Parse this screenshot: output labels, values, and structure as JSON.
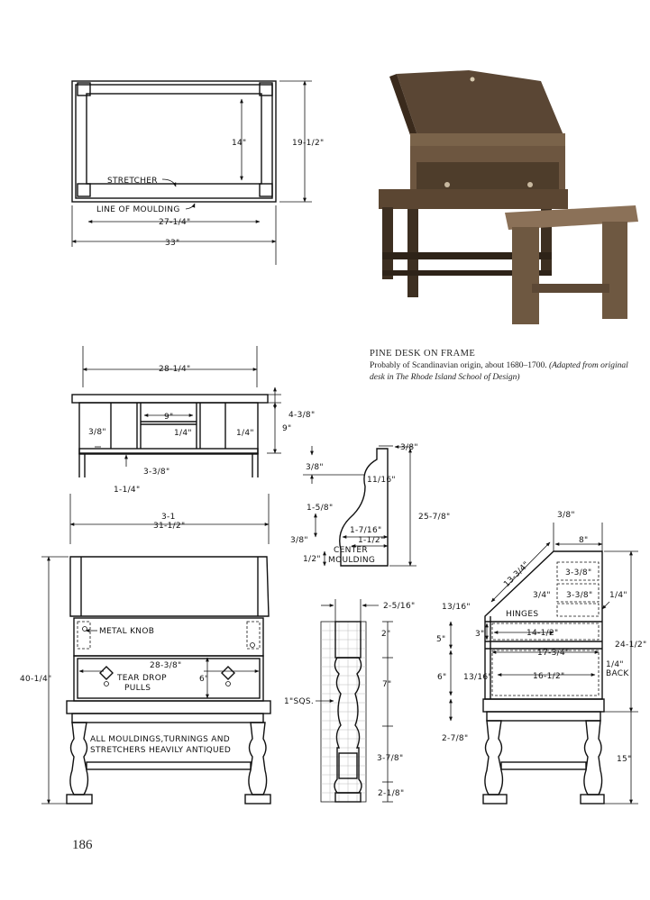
{
  "page_number": "186",
  "caption": {
    "title": "PINE DESK ON FRAME",
    "text_plain": "Probably of Scandinavian origin, about 1680–1700. ",
    "text_italic": "(Adapted from original desk in The Rhode Island School of Design)"
  },
  "top_view": {
    "depth_inner": "14\"",
    "depth_overall": "19-1/2\"",
    "stretcher": "STRETCHER",
    "line_of_moulding": "LINE OF MOULDING",
    "width_inner": "27-1/4\"",
    "width_overall": "33\""
  },
  "interior_view": {
    "width": "28-1/4\"",
    "height_top": "4-3/8\"",
    "height": "9\"",
    "pigeonhole_width": "9\"",
    "divider_left": "1/4\"",
    "divider_right": "1/4\"",
    "left_thick": "3/8\"",
    "bottom": "3-3/8\"",
    "base": "1-1/4\""
  },
  "moulding": {
    "top": "3/8\"",
    "a": "3/8\"",
    "b": "11/16\"",
    "c": "1-5/8\"",
    "d": "1-7/16\"",
    "e": "1-1/2\"",
    "f": "3/8\"",
    "g": "1/2\"",
    "height": "25-7/8\"",
    "label": "CENTER\nMOULDING"
  },
  "front_view": {
    "top1": "3-1",
    "top2": "31-1/2\"",
    "height": "40-1/4\"",
    "metal_knob": "METAL KNOB",
    "drawer_width": "28-3/8\"",
    "tear_drop": "TEAR DROP\nPULLS",
    "drawer_height": "6\"",
    "note": "ALL MOULDINGS,TURNINGS AND\nSTRETCHERS HEAVILY ANTIQUED"
  },
  "leg_view": {
    "width": "2-5/16\"",
    "a": "2\"",
    "b": "7\"",
    "sqs": "1\"SQS.",
    "c": "3-7/8\"",
    "d": "2-1/8\""
  },
  "side_view": {
    "top": "3/8\"",
    "depth": "8\"",
    "slope": "13-3/4\"",
    "a": "3-3/8\"",
    "b": "3-3/8\"",
    "c": "3/4\"",
    "d": "1/4\"",
    "e": "13/16\"",
    "hinges": "HINGES",
    "f": "5\"",
    "g": "3\"",
    "h": "14-1/2\"",
    "total_height": "24-1/2\"",
    "i": "17-3/4\"",
    "back": "1/4\"\nBACK",
    "j": "6\"",
    "k": "13/16\"",
    "l": "16-1/2\"",
    "m": "2-7/8\"",
    "leg": "15\""
  }
}
